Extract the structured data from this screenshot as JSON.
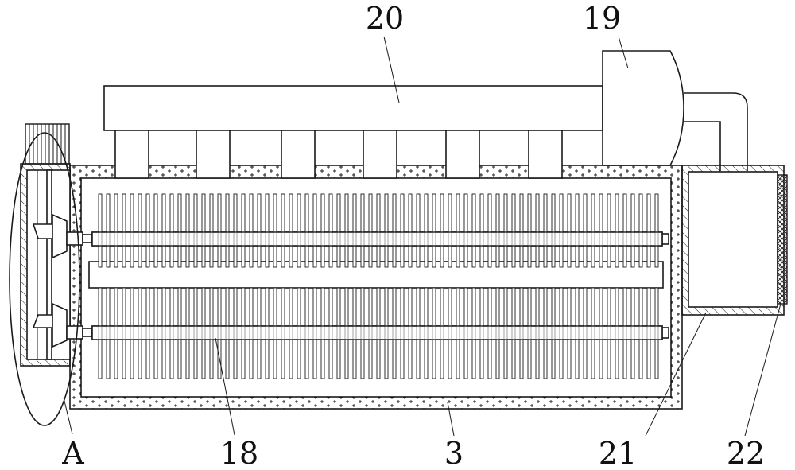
{
  "labels": {
    "l20": "20",
    "l19": "19",
    "lA": "A",
    "l18": "18",
    "l3": "3",
    "l21": "21",
    "l22": "22"
  },
  "colors": {
    "stroke": "#1a1a1a",
    "background": "#ffffff"
  }
}
